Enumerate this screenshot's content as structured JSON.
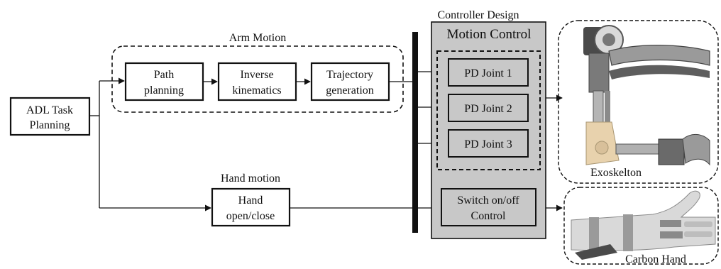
{
  "diagram": {
    "arm_motion_group": {
      "title": "Arm Motion"
    },
    "hand_motion_group": {
      "title": "Hand motion"
    },
    "task_planning": {
      "line1": "ADL Task",
      "line2": "Planning"
    },
    "path_planning": {
      "line1": "Path",
      "line2": "planning"
    },
    "inverse_kinematics": {
      "line1": "Inverse",
      "line2": "kinematics"
    },
    "trajectory_generation": {
      "line1": "Trajectory",
      "line2": "generation"
    },
    "hand_open_close": {
      "line1": "Hand",
      "line2": "open/close"
    },
    "controller": {
      "caption": "Controller Design",
      "title": "Motion Control",
      "pd_joints": [
        "PD Joint 1",
        "PD Joint 2",
        "PD Joint 3"
      ],
      "switch": {
        "line1": "Switch on/off",
        "line2": "Control"
      }
    },
    "devices": {
      "exoskeleton_label": "Exoskelton",
      "carbon_hand_label": "Carbon Hand"
    }
  },
  "colors": {
    "controller_fill": "#c8c8c8",
    "line": "#111111",
    "device_metal": "#8f8f8f",
    "device_beige": "#e8d2ad",
    "hand_gray": "#cfcfcf"
  }
}
